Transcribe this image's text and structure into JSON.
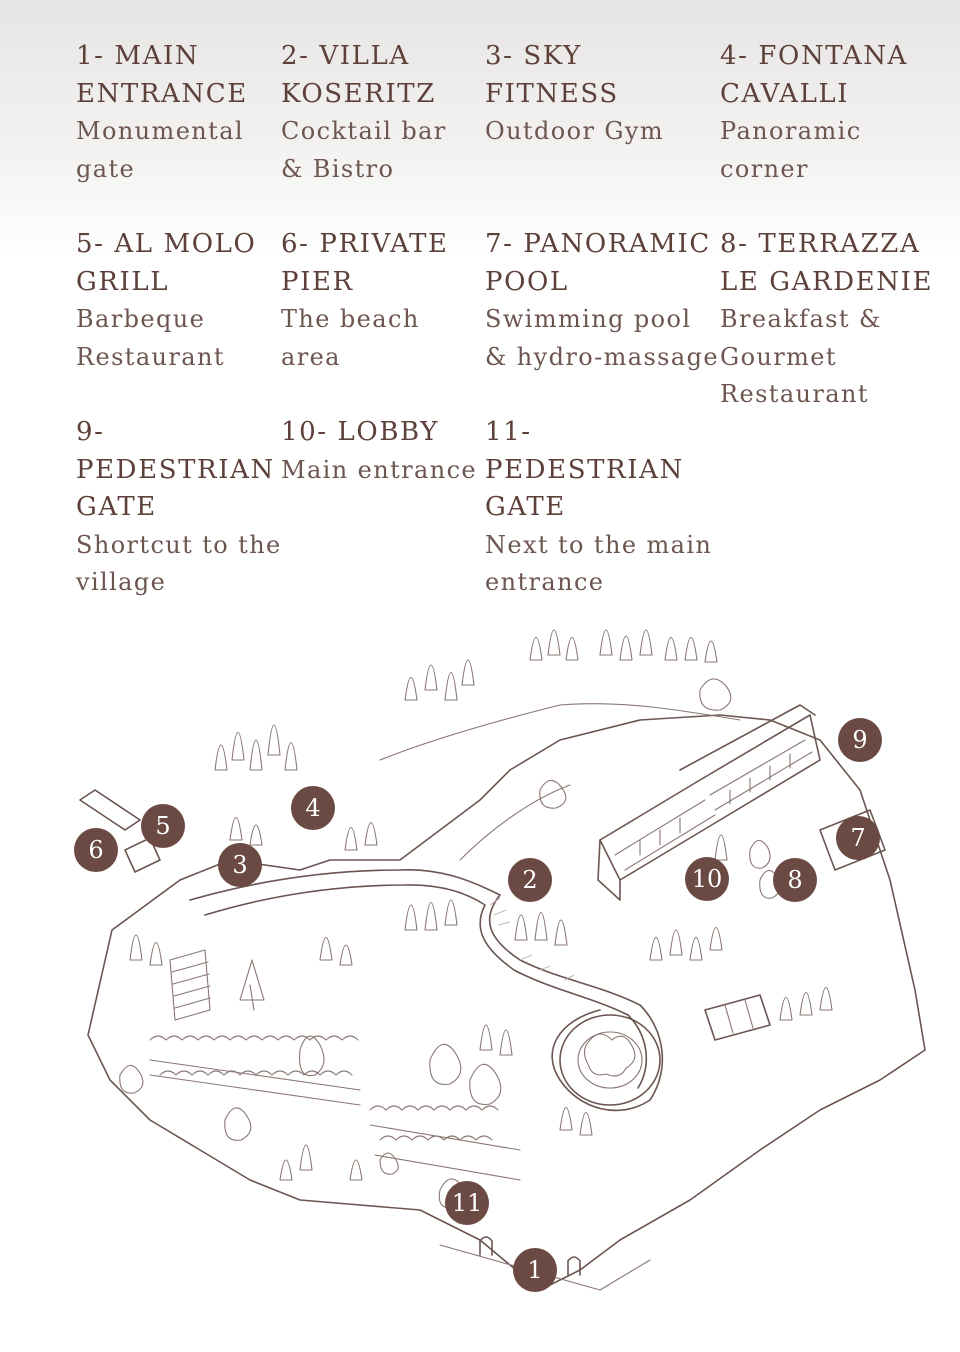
{
  "legend": [
    {
      "number": "1",
      "title": "1- MAIN\nENTRANCE",
      "description": "Monumental\ngate"
    },
    {
      "number": "2",
      "title": "2- VILLA\nKOSERITZ",
      "description": "Cocktail bar\n& Bistro"
    },
    {
      "number": "3",
      "title": "3- SKY\nFITNESS",
      "description": "Outdoor Gym"
    },
    {
      "number": "4",
      "title": "4- FONTANA\nCAVALLI",
      "description": "Panoramic\ncorner"
    },
    {
      "number": "5",
      "title": "5- AL MOLO\nGRILL",
      "description": "Barbeque\nRestaurant"
    },
    {
      "number": "6",
      "title": "6- PRIVATE\nPIER",
      "description": "The beach\narea"
    },
    {
      "number": "7",
      "title": "7- PANORAMIC\nPOOL",
      "description": "Swimming pool\n& hydro-massage"
    },
    {
      "number": "8",
      "title": "8- TERRAZZA\nLE GARDENIE",
      "description": "Breakfast &\nGourmet\nRestaurant"
    },
    {
      "number": "9",
      "title": "9-\nPEDESTRIAN\nGATE",
      "description": "Shortcut to the\nvillage"
    },
    {
      "number": "10",
      "title": "10- LOBBY",
      "description": "Main entrance"
    },
    {
      "number": "11",
      "title": "11- PEDESTRIAN\nGATE",
      "description": "Next to the main\nentrance"
    }
  ],
  "markers": [
    {
      "label": "1"
    },
    {
      "label": "2"
    },
    {
      "label": "3"
    },
    {
      "label": "4"
    },
    {
      "label": "5"
    },
    {
      "label": "6"
    },
    {
      "label": "7"
    },
    {
      "label": "8"
    },
    {
      "label": "9"
    },
    {
      "label": "10"
    },
    {
      "label": "11"
    }
  ],
  "colors": {
    "text": "#5c4039",
    "marker": "#6a4a42",
    "ink": "#6b5550",
    "background_top": "#e7e5e4"
  }
}
